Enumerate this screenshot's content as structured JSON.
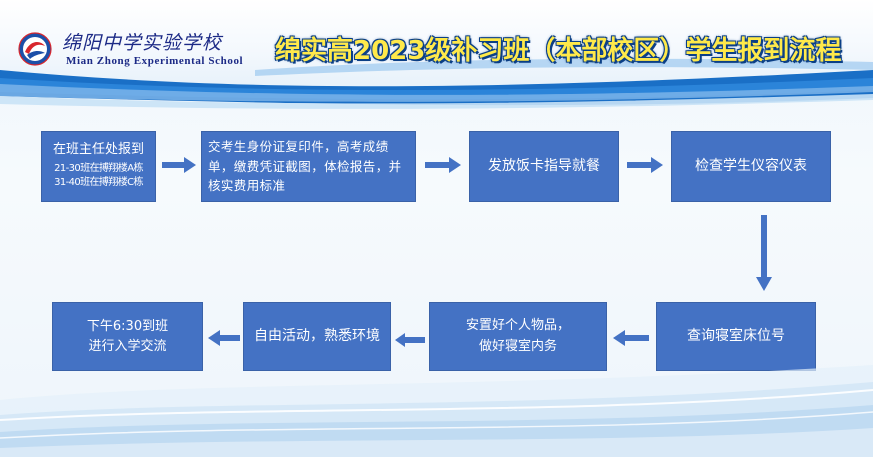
{
  "header": {
    "school_name_cn": "绵阳中学实验学校",
    "school_name_en": "Mian Zhong Experimental School",
    "title": "绵实高2023级补习班（本部校区）学生报到流程",
    "logo_icon": "school-emblem-icon"
  },
  "steps": [
    {
      "lines": [
        "在班主任处报到",
        "21-30班在搏翔楼A栋",
        "31-40班在搏翔楼C栋"
      ]
    },
    {
      "text": "交考生身份证复印件，高考成绩单，缴费凭证截图，体检报告，并核实费用标准"
    },
    {
      "lines": [
        "发放饭卡指导就餐"
      ]
    },
    {
      "lines": [
        "检查学生仪容仪表"
      ]
    },
    {
      "lines": [
        "查询寝室床位号"
      ]
    },
    {
      "lines": [
        "安置好个人物品，",
        "做好寝室内务"
      ]
    },
    {
      "lines": [
        "自由活动，熟悉环境"
      ]
    },
    {
      "lines": [
        "下午6:30到班",
        "进行入学交流"
      ]
    }
  ],
  "colors": {
    "box_fill": "#4472c4",
    "box_text": "#ffffff",
    "arrow_fill": "#4472c4",
    "title_text": "#ffe94a",
    "title_outline": "#0b3f86",
    "header_blue": "#0b5bb5"
  }
}
